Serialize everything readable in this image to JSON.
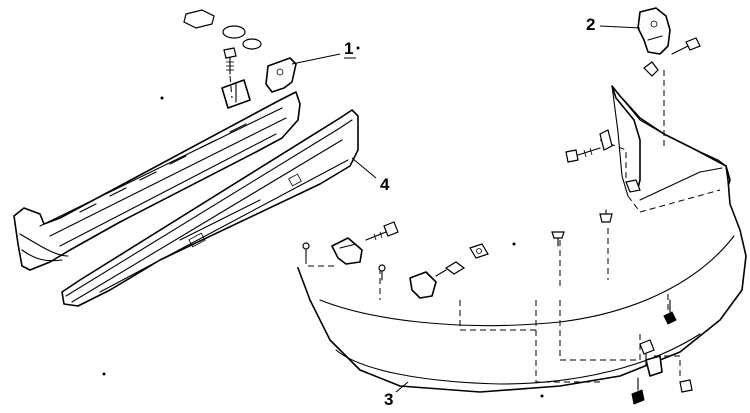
{
  "callouts": [
    {
      "id": "1",
      "label": "1"
    },
    {
      "id": "2",
      "label": "2"
    },
    {
      "id": "3",
      "label": "3"
    },
    {
      "id": "4",
      "label": "4"
    }
  ],
  "colors": {
    "ink": "#000000",
    "paper": "#ffffff"
  }
}
